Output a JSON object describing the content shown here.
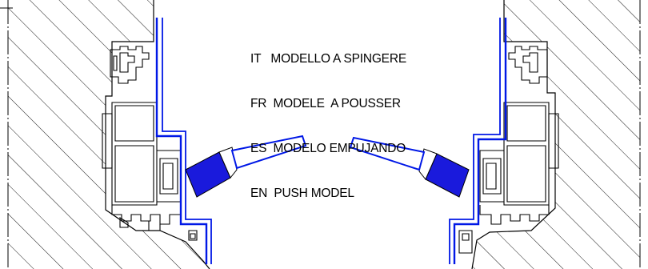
{
  "caption": {
    "lines": [
      "IT   MODELLO A SPINGERE",
      "FR  MODELE  A POUSSER",
      "ES  MODELO EMPUJANDO",
      "EN  PUSH MODEL"
    ]
  },
  "colors": {
    "line": "#000000",
    "seal": "#0018e6",
    "brush_head": "#1a1adc",
    "background": "#ffffff"
  },
  "icons": {
    "left_tool": "paint-brush-icon",
    "right_tool": "paint-brush-icon"
  }
}
